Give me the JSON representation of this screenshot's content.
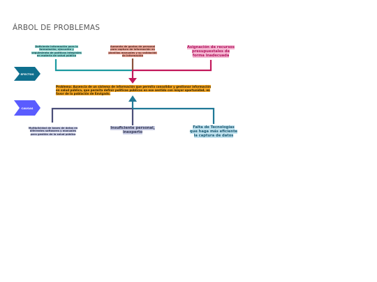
{
  "page": {
    "title": "ÁRBOL DE PROBLEMAS"
  },
  "tags": {
    "efectos": "EFECTOS",
    "causas": "CAUSAS"
  },
  "effects": [
    "Deficiente información para la formulación, ejecución y seguimiento de políticas integrales en materia de salud pública",
    "Aumento de gastos de personal para captura de información en planillas manuales y su validación de información",
    "Asignación de recursos presupuestales de forma inadecuada"
  ],
  "problem": "Problema: Ausencia de un sistema de información que permita consolidar y gestionar información en salud pública, que permita definir políticas públicas en ese sentido con mayor oportunidad, en favor de la población de Envigado.",
  "causes": [
    "Multiplicidad de bases de datos en diferentes softwares y manuales para gestión de la salud pública",
    "Insuficiente personal, inexperto",
    "Falta de Tecnologías que haga más eficiente la captura de datos"
  ],
  "colors": {
    "teal": "#1b9aa0",
    "brown": "#8a4f3a",
    "magenta": "#c2185b",
    "slate": "#4a4e78",
    "blue": "#1f7896",
    "efectos_tag": "#0f6f8e",
    "causas_tag": "#5a5cff"
  }
}
